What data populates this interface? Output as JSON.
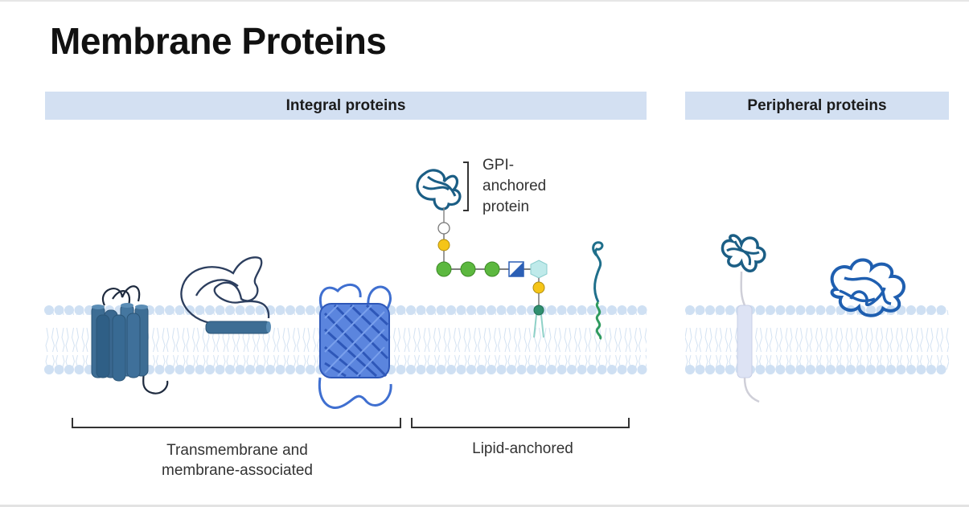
{
  "title": "Membrane Proteins",
  "sections": {
    "integral": "Integral proteins",
    "peripheral": "Peripheral proteins"
  },
  "labels": {
    "transmembrane_line1": "Transmembrane and",
    "transmembrane_line2": "membrane-associated",
    "lipid_anchored": "Lipid-anchored",
    "gpi_line1": "GPI-",
    "gpi_line2": "anchored",
    "gpi_line3": "protein"
  },
  "colors": {
    "band": "#d3e0f2",
    "lipid_head": "#cfe0f3",
    "protein_steel": "#3d6d94",
    "protein_navy": "#2c3e5e",
    "beta_barrel": "#3f6fd0",
    "glycan_green": "#5cb83f",
    "glycan_yellow": "#f5c518",
    "teal": "#1f6f8b"
  },
  "icons": [
    "alpha-helix-bundle-icon",
    "monotopic-protein-icon",
    "beta-barrel-icon",
    "gpi-anchored-protein-icon",
    "lipidated-protein-icon",
    "peripheral-anchored-protein-icon",
    "peripheral-globular-protein-icon"
  ]
}
